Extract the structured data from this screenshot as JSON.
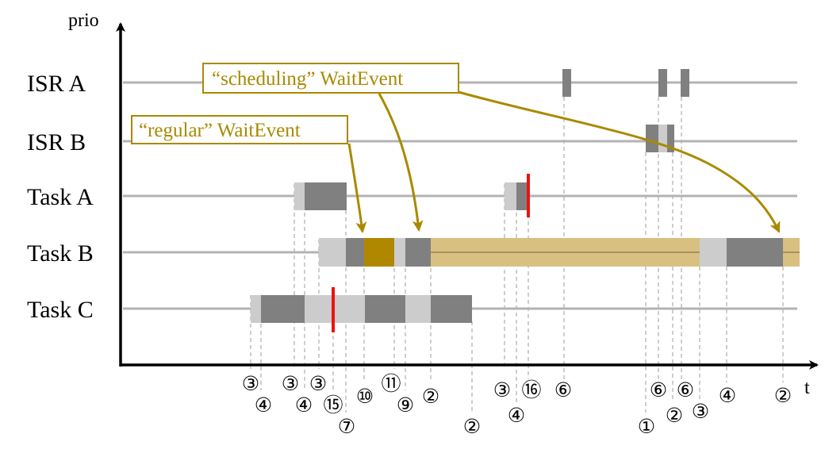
{
  "axes": {
    "y_label": "prio",
    "x_label": "t"
  },
  "rows": [
    {
      "id": "isr-a",
      "label": "ISR A"
    },
    {
      "id": "isr-b",
      "label": "ISR B"
    },
    {
      "id": "task-a",
      "label": "Task A"
    },
    {
      "id": "task-b",
      "label": "Task B"
    },
    {
      "id": "task-c",
      "label": "Task C"
    }
  ],
  "callouts": {
    "scheduling": "“scheduling” WaitEvent",
    "regular": "“regular” WaitEvent"
  },
  "markers": [
    "③",
    "④",
    "③",
    "④",
    "③",
    "⑮",
    "⑦",
    "⑩",
    "⑪",
    "⑨",
    "②",
    "②",
    "③",
    "④",
    "⑯",
    "⑥",
    "①",
    "⑥",
    "②",
    "⑥",
    "③",
    "④",
    "②"
  ],
  "colors": {
    "running": "#808080",
    "preempted": "#cccccc",
    "waiting": "#d8c080",
    "waitevent": "#b08800",
    "error": "#ee1111",
    "callout": "#a88a00"
  }
}
